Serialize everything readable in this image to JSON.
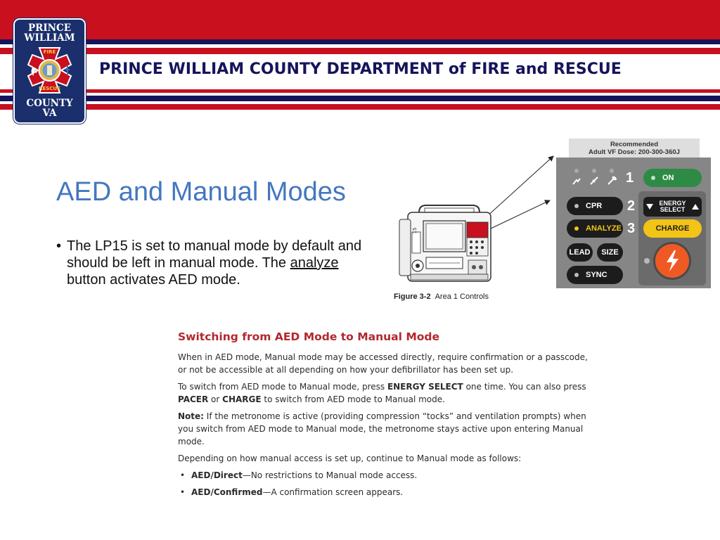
{
  "header": {
    "title": "PRINCE WILLIAM COUNTY DEPARTMENT of FIRE and RESCUE",
    "badge": {
      "top_line1": "PRINCE",
      "top_line2": "WILLIAM",
      "fire_label": "FIRE",
      "rescue_label": "RESCUE",
      "bottom_line1": "COUNTY",
      "bottom_line2": "VA"
    }
  },
  "slide": {
    "title": "AED and Manual Modes",
    "bullet_mark": "•",
    "bullet_before": "The LP15 is set to manual mode by default and should be left in manual mode. The ",
    "bullet_underlined": "analyze",
    "bullet_after": " button activates AED mode."
  },
  "figure": {
    "caption_label": "Figure 3-2",
    "caption_text": "Area 1 Controls",
    "recommended_line1": "Recommended",
    "recommended_line2": "Adult VF Dose: 200-300-360J",
    "numbers": [
      "1",
      "2",
      "3"
    ],
    "buttons": {
      "on": "ON",
      "cpr": "CPR",
      "analyze": "ANALYZE",
      "lead": "LEAD",
      "size": "SIZE",
      "sync": "SYNC",
      "energy_line1": "ENERGY",
      "energy_line2": "SELECT",
      "charge": "CHARGE"
    },
    "device_label": "15"
  },
  "excerpt": {
    "title": "Switching from AED Mode to Manual Mode",
    "p1": "When in AED mode, Manual mode may be accessed directly, require confirmation or a passcode, or not be accessible at all depending on how your defibrillator has been set up.",
    "p2_a": "To switch from AED mode to Manual mode, press ",
    "p2_b": "ENERGY SELECT",
    "p2_c": " one time. You can also press ",
    "p2_d": "PACER",
    "p2_e": " or ",
    "p2_f": "CHARGE",
    "p2_g": " to switch from AED mode to Manual mode.",
    "p3_a": "Note:",
    "p3_b": " If the metronome is active (providing compression “tocks” and ventilation prompts) when you switch from AED mode to Manual mode, the metronome stays active upon entering Manual mode.",
    "p4": "Depending on how manual access is set up, continue to Manual mode as follows:",
    "bullet_mark": "•",
    "li1_a": "AED/Direct",
    "li1_b": "—No restrictions to Manual mode access.",
    "li2_a": "AED/Confirmed",
    "li2_b": "—A confirmation screen appears."
  },
  "colors": {
    "header_red": "#c8101f",
    "header_navy": "#16145a",
    "title_blue": "#4477c0",
    "excerpt_red": "#b3282e",
    "panel_gray": "#868686",
    "on_green": "#2e8b45",
    "yellow": "#f2c416",
    "shock_orange": "#ef5a24"
  },
  "icons": [
    "badge-logo",
    "flame-icon",
    "star-of-life-icon",
    "lightning-icon",
    "arrow-icon"
  ]
}
